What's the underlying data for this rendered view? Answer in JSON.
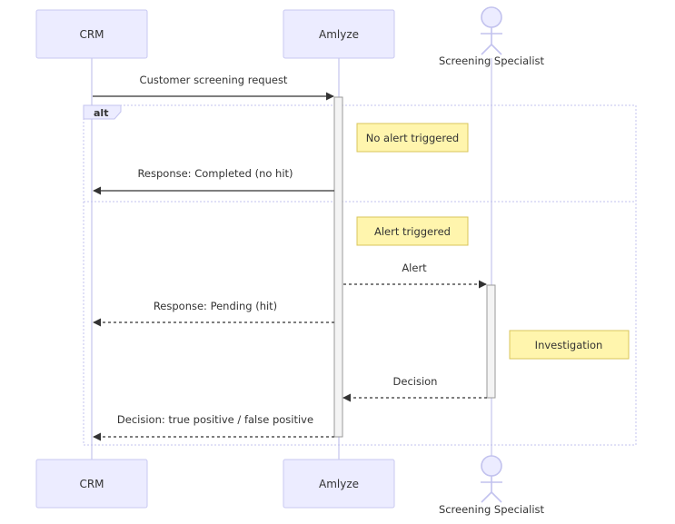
{
  "actors": [
    {
      "id": "crm",
      "label": "CRM",
      "kind": "box"
    },
    {
      "id": "amlyze",
      "label": "Amlyze",
      "kind": "box"
    },
    {
      "id": "specialist",
      "label": "Screening Specialist",
      "kind": "stick"
    }
  ],
  "alt_label": "alt",
  "notes": {
    "no_alert": "No alert triggered",
    "alert": "Alert triggered",
    "investigation": "Investigation"
  },
  "messages": {
    "request": "Customer screening request",
    "completed": "Response: Completed (no hit)",
    "alert": "Alert",
    "pending": "Response: Pending (hit)",
    "decision": "Decision",
    "final": "Decision: true positive / false positive"
  },
  "colors": {
    "actor_fill": "#ececff",
    "actor_border": "#c8c8f2",
    "note_fill": "#fff5ad",
    "note_border": "#d8c55a",
    "line": "#333333"
  }
}
